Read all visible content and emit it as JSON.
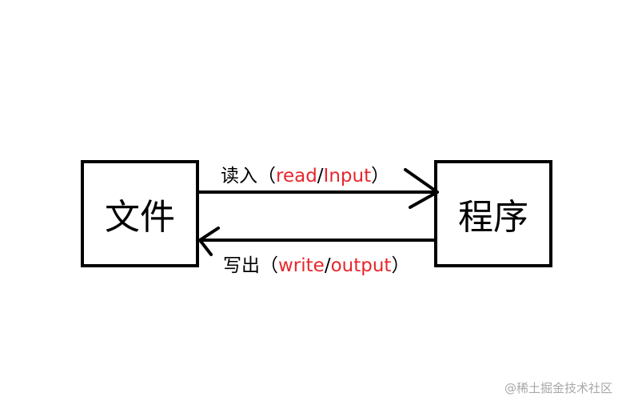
{
  "nodes": {
    "file": "文件",
    "program": "程序"
  },
  "edges": {
    "read": {
      "prefix": "读入（",
      "term1": "read",
      "sep": "/",
      "term2": "Input",
      "suffix": "）"
    },
    "write": {
      "prefix": "写出（",
      "term1": "write",
      "sep": "/",
      "term2": "output",
      "suffix": "）"
    }
  },
  "colors": {
    "line": "#000000",
    "term": "#e8262b",
    "watermark": "#a8a8a8"
  },
  "watermark": "@稀土掘金技术社区"
}
